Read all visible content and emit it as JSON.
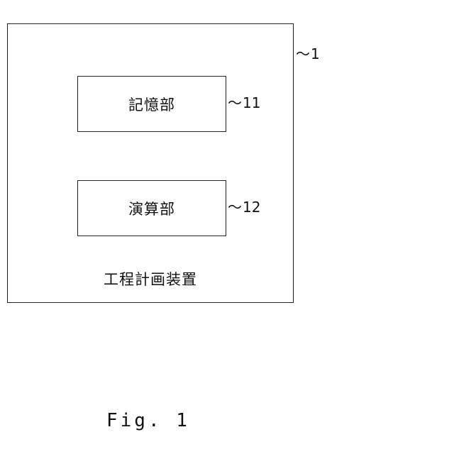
{
  "diagram": {
    "device": {
      "label": "工程計画装置",
      "ref": "1"
    },
    "units": [
      {
        "label": "記憶部",
        "ref": "11"
      },
      {
        "label": "演算部",
        "ref": "12"
      }
    ],
    "ref_marker": "～",
    "caption": "Fig. 1"
  }
}
